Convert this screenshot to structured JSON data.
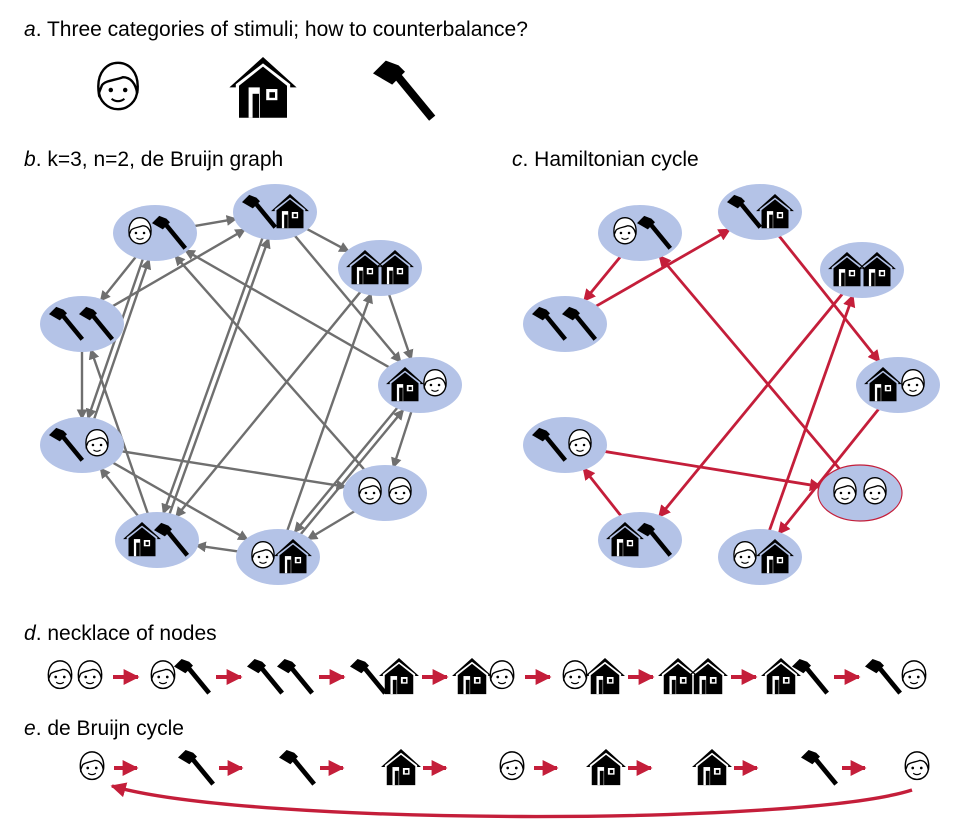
{
  "panels": {
    "a": {
      "letter": "a",
      "title": ". Three categories of stimuli; how to counterbalance?"
    },
    "b": {
      "letter": "b",
      "title": ". k=3, n=2, de Bruijn graph"
    },
    "c": {
      "letter": "c",
      "title": ". Hamiltonian cycle"
    },
    "d": {
      "letter": "d",
      "title": ". necklace of nodes"
    },
    "e": {
      "letter": "e",
      "title": ". de Bruijn cycle"
    }
  },
  "stimuli": [
    "face-icon",
    "house-icon",
    "hammer-icon"
  ],
  "colors": {
    "node_fill": "#b4c3e7",
    "edge_gray": "#6f6f6f",
    "edge_red": "#c41e3a",
    "icon": "#000000"
  }
}
